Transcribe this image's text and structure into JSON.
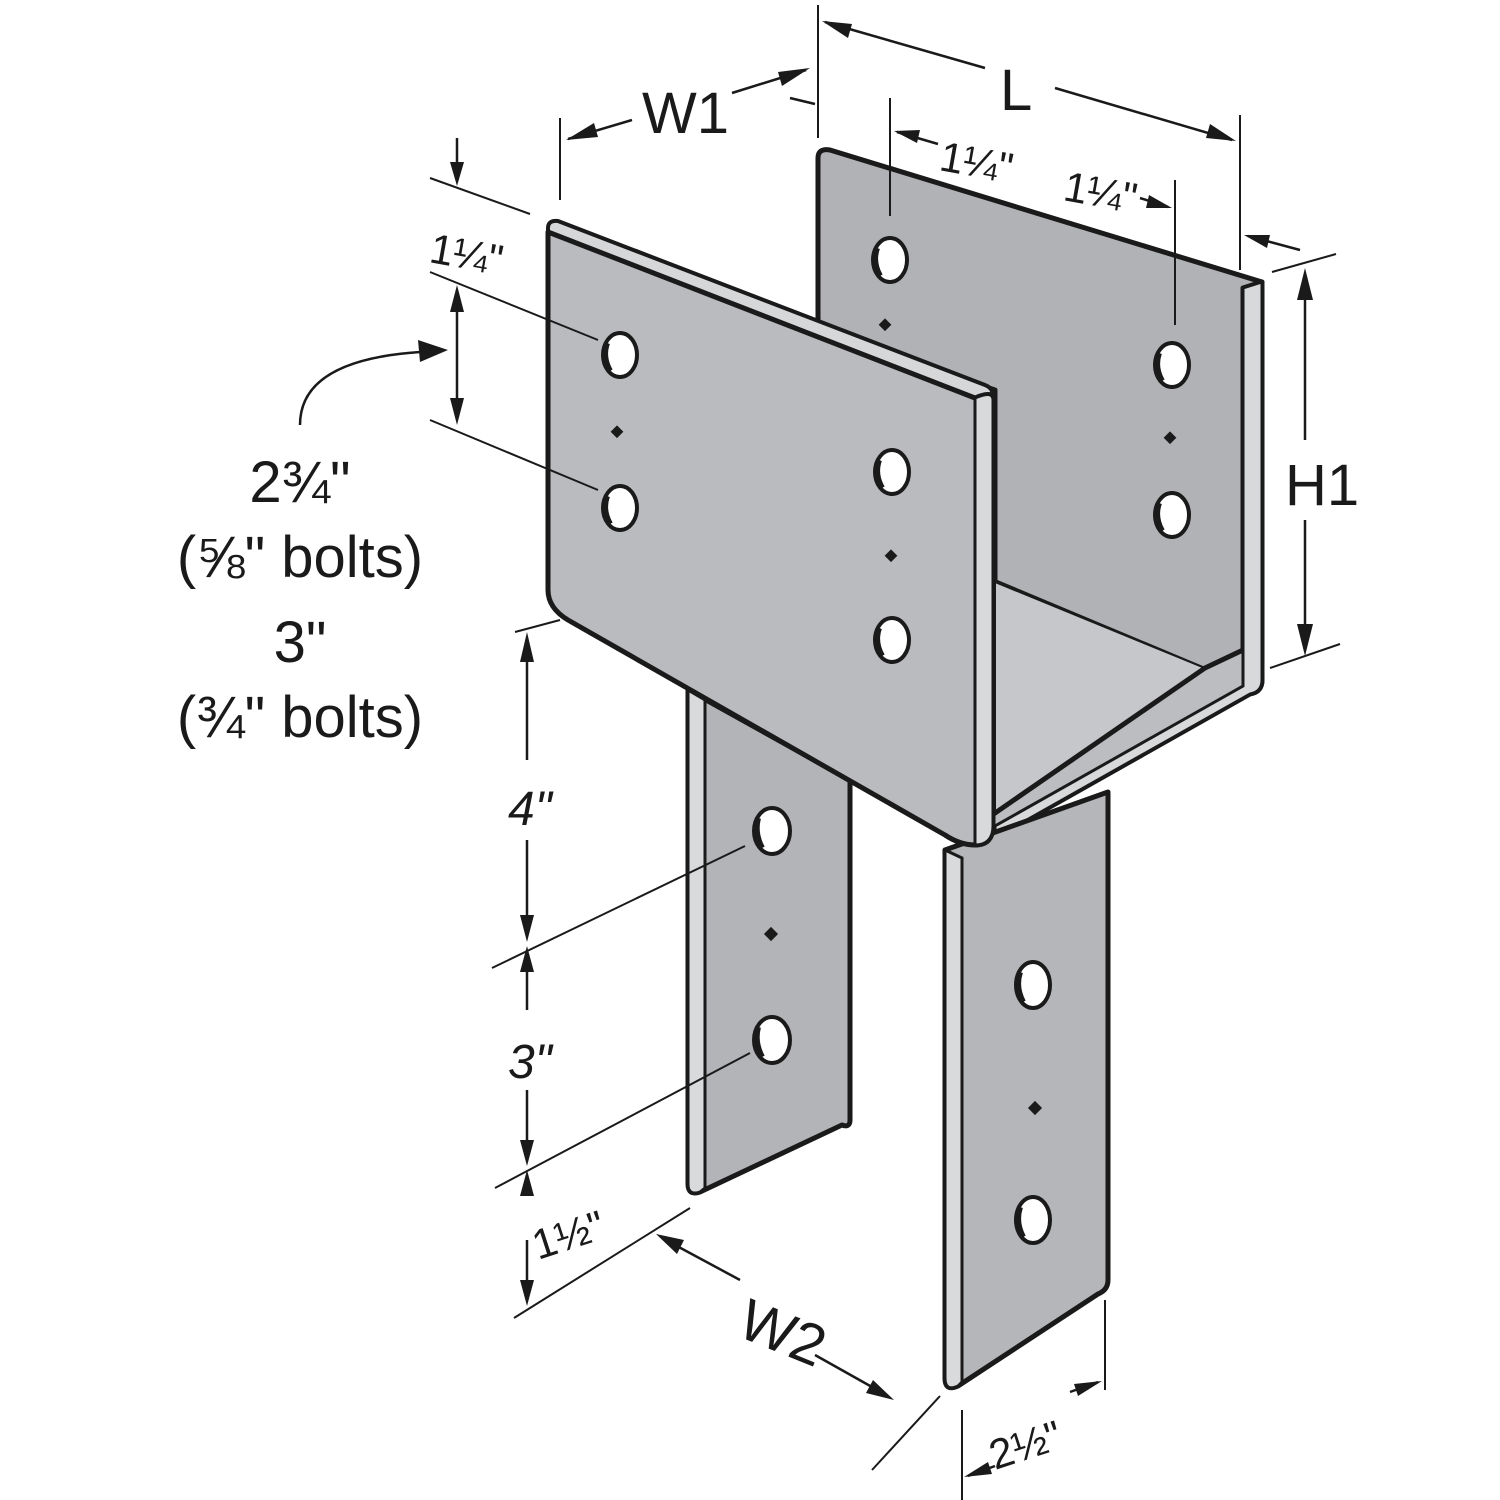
{
  "labels": {
    "w1": "W1",
    "l": "L",
    "h1": "H1",
    "w2": "W2",
    "top_left_offset": "1¼\"",
    "top_back_offset_left": "1¼\"",
    "top_back_offset_right": "1¼\"",
    "bolt_spacing_small": "2¾\"",
    "bolt_note_small": "(⅝\" bolts)",
    "bolt_spacing_large": "3\"",
    "bolt_note_large": "(¾\" bolts)",
    "leg_spacing_top": "4\"",
    "leg_spacing_mid": "3\"",
    "leg_edge": "1½\"",
    "leg_width": "2½\""
  },
  "colors": {
    "plate_front": "#b8b9bc",
    "plate_back": "#aeafb2",
    "plate_edge": "#d6d7d9",
    "inner_floor": "#c4c5c8",
    "line": "#1a1a1a"
  }
}
